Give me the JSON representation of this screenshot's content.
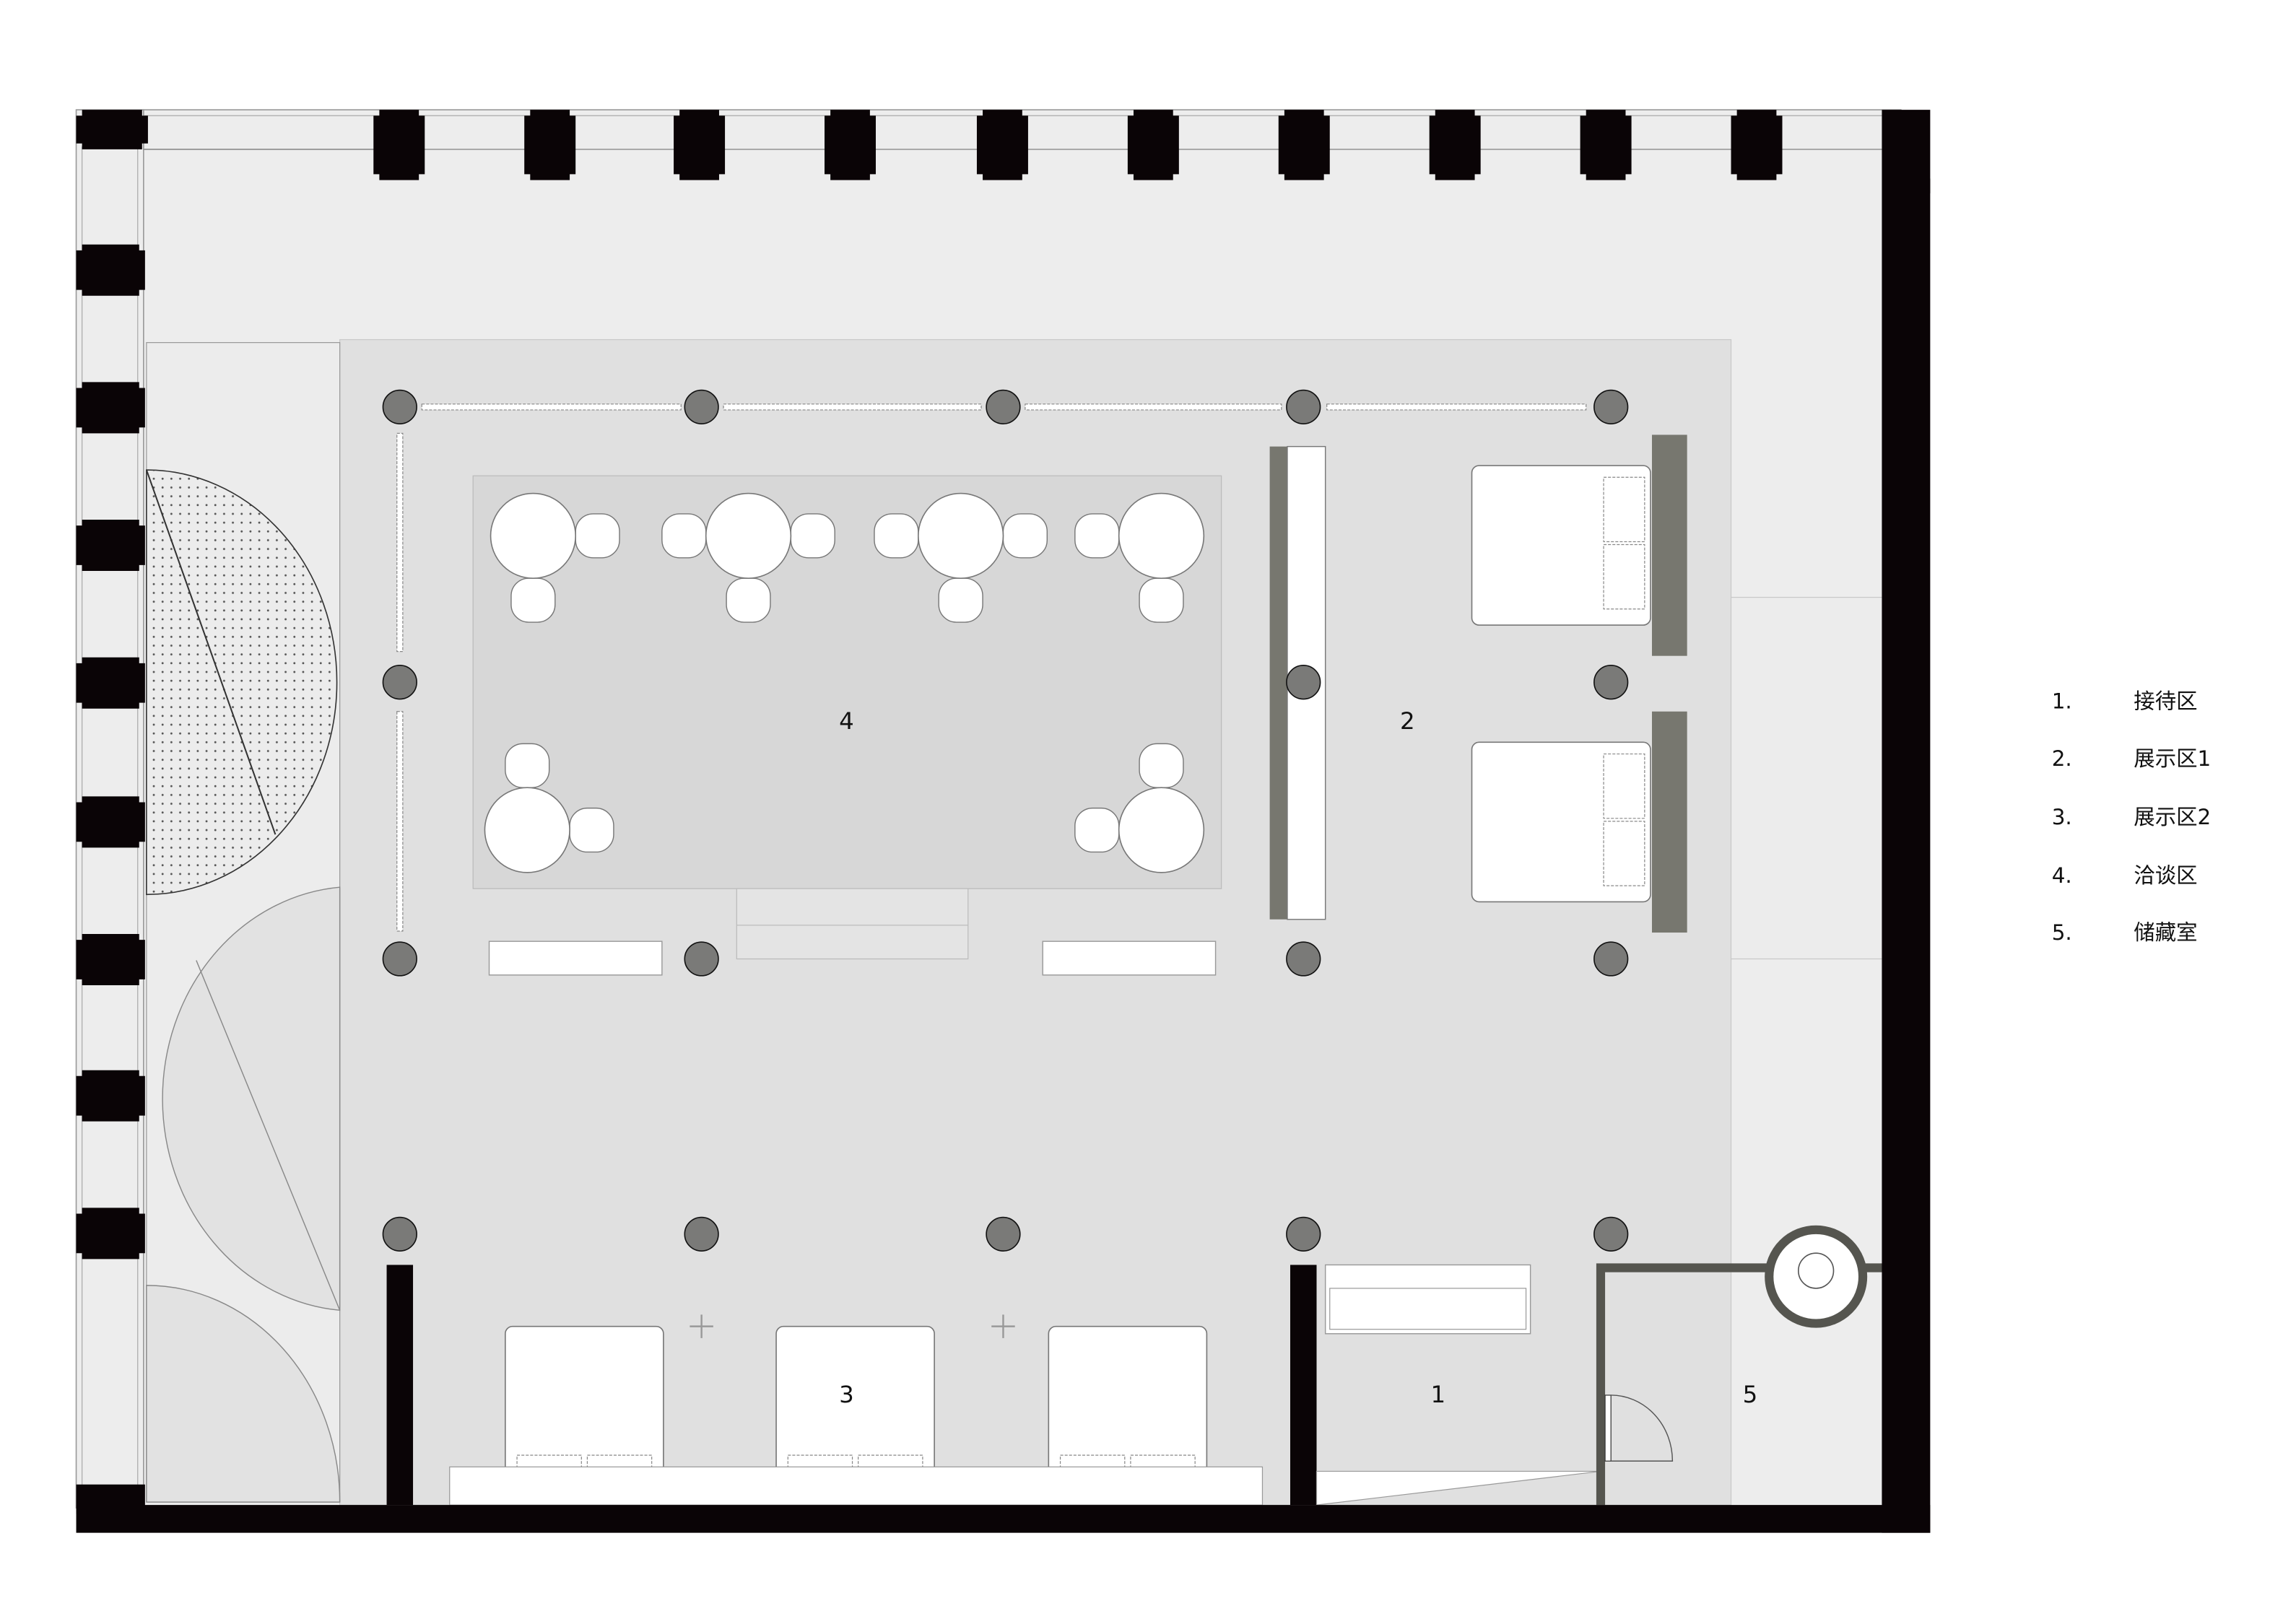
{
  "zones": {
    "reception": "1",
    "display1": "2",
    "display2": "3",
    "meeting": "4",
    "storage": "5"
  },
  "legend": [
    {
      "num": "1.",
      "label": "接待区"
    },
    {
      "num": "2.",
      "label": "展示区1"
    },
    {
      "num": "3.",
      "label": "展示区2"
    },
    {
      "num": "4.",
      "label": "洽谈区"
    },
    {
      "num": "5.",
      "label": "储藏室"
    }
  ],
  "colors": {
    "wall": "#0a0406",
    "floor_outer": "#ededed",
    "floor_inner": "#e0e0e0",
    "meeting_rug": "#d7d7d7",
    "column": "#7a7a78",
    "headboard": "#77776f"
  }
}
